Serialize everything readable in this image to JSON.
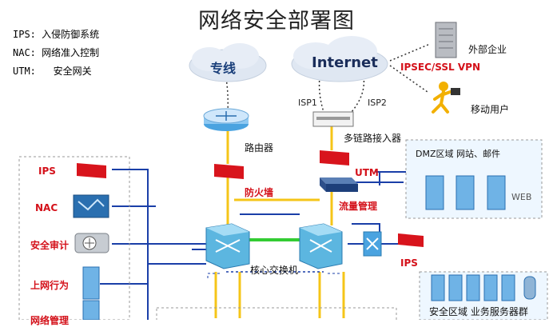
{
  "title": "网络安全部署图",
  "legend": [
    {
      "abbr": "IPS:",
      "desc": "入侵防御系统"
    },
    {
      "abbr": "NAC:",
      "desc": "网络准入控制"
    },
    {
      "abbr": "UTM:",
      "desc": "安全网关"
    }
  ],
  "clouds": {
    "leased_line": "专线",
    "internet": "Internet"
  },
  "labels": {
    "external_company": "外部企业",
    "vpn": "IPSEC/SSL VPN",
    "mobile_user": "移动用户",
    "isp1": "ISP1",
    "isp2": "ISP2",
    "router": "路由器",
    "multilink": "多链路接入器",
    "firewall": "防火墙",
    "utm": "UTM",
    "traffic_mgmt": "流量管理",
    "core_switch": "核心交换机",
    "ips_right": "IPS",
    "dmz_zone": "DMZ区域 网站、邮件",
    "web": "WEB",
    "secure_zone": "安全区域 业务服务器群"
  },
  "left_panel": [
    {
      "label": "IPS",
      "style": "red"
    },
    {
      "label": "NAC",
      "style": "red"
    },
    {
      "label": "安全审计",
      "style": "red"
    },
    {
      "label": "上网行为",
      "style": "red"
    },
    {
      "label": "网络管理",
      "style": "red"
    }
  ],
  "colors": {
    "red_label": "#d4111a",
    "link_blue": "#1a3fa8",
    "link_yellow": "#f5c518",
    "link_green": "#33cc33",
    "firewall_red": "#d8141c",
    "server_blue": "#2f7fd0"
  }
}
